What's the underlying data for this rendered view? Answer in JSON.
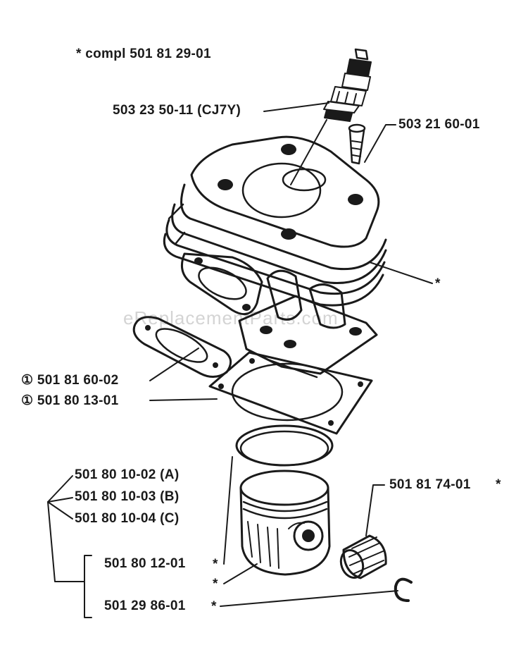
{
  "watermark": "eReplacementParts.com",
  "labels": {
    "compl": "* compl 501 81 29-01",
    "spark_plug": "503 23 50-11 (CJ7Y)",
    "decomp_valve": "503 21 60-01",
    "cylinder_star": "*",
    "gasket_exhaust": "① 501 81 60-02",
    "gasket_base": "① 501 80 13-01",
    "piston_a": "501 80 10-02 (A)",
    "piston_b": "501 80 10-03 (B)",
    "piston_c": "501 80 10-04 (C)",
    "ring": "501 80 12-01",
    "ring_star": "*",
    "piston_star": "*",
    "circlip": "501 29 86-01",
    "circlip_star": "*",
    "needle_bearing": "501 81 74-01",
    "needle_bearing_star": "*"
  }
}
